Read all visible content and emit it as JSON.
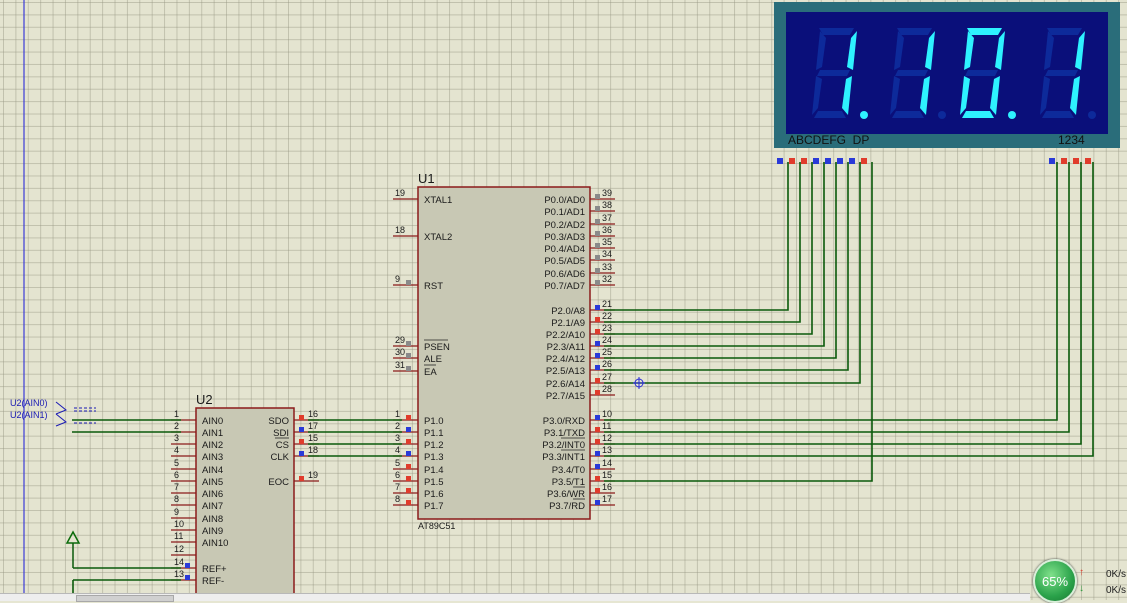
{
  "display": {
    "segment_labels": "ABCDEFG  DP",
    "digit_labels": "1234",
    "shown_value": "1.10.1",
    "colors": {
      "bezel": "#2a6d7a",
      "face": "#0a0f7a",
      "segment_on": "#2ef2ff",
      "segment_off": "#0d2a9a"
    }
  },
  "u1": {
    "ref": "U1",
    "part": "AT89C51",
    "left_pins": [
      {
        "num": "19",
        "name": "XTAL1"
      },
      {
        "num": "18",
        "name": "XTAL2"
      },
      {
        "num": "9",
        "name": "RST"
      },
      {
        "num": "29",
        "name": "PSEN"
      },
      {
        "num": "30",
        "name": "ALE"
      },
      {
        "num": "31",
        "name": "EA"
      },
      {
        "num": "1",
        "name": "P1.0"
      },
      {
        "num": "2",
        "name": "P1.1"
      },
      {
        "num": "3",
        "name": "P1.2"
      },
      {
        "num": "4",
        "name": "P1.3"
      },
      {
        "num": "5",
        "name": "P1.4"
      },
      {
        "num": "6",
        "name": "P1.5"
      },
      {
        "num": "7",
        "name": "P1.6"
      },
      {
        "num": "8",
        "name": "P1.7"
      }
    ],
    "right_pins": [
      {
        "num": "39",
        "name": "P0.0/AD0"
      },
      {
        "num": "38",
        "name": "P0.1/AD1"
      },
      {
        "num": "37",
        "name": "P0.2/AD2"
      },
      {
        "num": "36",
        "name": "P0.3/AD3"
      },
      {
        "num": "35",
        "name": "P0.4/AD4"
      },
      {
        "num": "34",
        "name": "P0.5/AD5"
      },
      {
        "num": "33",
        "name": "P0.6/AD6"
      },
      {
        "num": "32",
        "name": "P0.7/AD7"
      },
      {
        "num": "21",
        "name": "P2.0/A8"
      },
      {
        "num": "22",
        "name": "P2.1/A9"
      },
      {
        "num": "23",
        "name": "P2.2/A10"
      },
      {
        "num": "24",
        "name": "P2.3/A11"
      },
      {
        "num": "25",
        "name": "P2.4/A12"
      },
      {
        "num": "26",
        "name": "P2.5/A13"
      },
      {
        "num": "27",
        "name": "P2.6/A14"
      },
      {
        "num": "28",
        "name": "P2.7/A15"
      },
      {
        "num": "10",
        "name": "P3.0/RXD"
      },
      {
        "num": "11",
        "name": "P3.1/TXD"
      },
      {
        "num": "12",
        "name": "P3.2/INT0"
      },
      {
        "num": "13",
        "name": "P3.3/INT1"
      },
      {
        "num": "14",
        "name": "P3.4/T0"
      },
      {
        "num": "15",
        "name": "P3.5/T1"
      },
      {
        "num": "16",
        "name": "P3.6/WR"
      },
      {
        "num": "17",
        "name": "P3.7/RD"
      }
    ]
  },
  "u2": {
    "ref": "U2",
    "left_pins": [
      {
        "num": "1",
        "name": "AIN0"
      },
      {
        "num": "2",
        "name": "AIN1"
      },
      {
        "num": "3",
        "name": "AIN2"
      },
      {
        "num": "4",
        "name": "AIN3"
      },
      {
        "num": "5",
        "name": "AIN4"
      },
      {
        "num": "6",
        "name": "AIN5"
      },
      {
        "num": "7",
        "name": "AIN6"
      },
      {
        "num": "8",
        "name": "AIN7"
      },
      {
        "num": "9",
        "name": "AIN8"
      },
      {
        "num": "10",
        "name": "AIN9"
      },
      {
        "num": "11",
        "name": "AIN10"
      },
      {
        "num": "12",
        "name": ""
      },
      {
        "num": "14",
        "name": "REF+"
      },
      {
        "num": "13",
        "name": "REF-"
      }
    ],
    "right_pins": [
      {
        "num": "16",
        "name": "SDO"
      },
      {
        "num": "17",
        "name": "SDI"
      },
      {
        "num": "15",
        "name": "CS"
      },
      {
        "num": "18",
        "name": "CLK"
      },
      {
        "num": "19",
        "name": "EOC"
      }
    ]
  },
  "terminals": [
    "U2(AIN0)",
    "U2(AIN1)"
  ],
  "status": {
    "cpu": "65%",
    "upload": "0K/s",
    "download": "0K/s",
    "colors": {
      "up": "#e03c2c",
      "down": "#2a9a3a"
    }
  }
}
